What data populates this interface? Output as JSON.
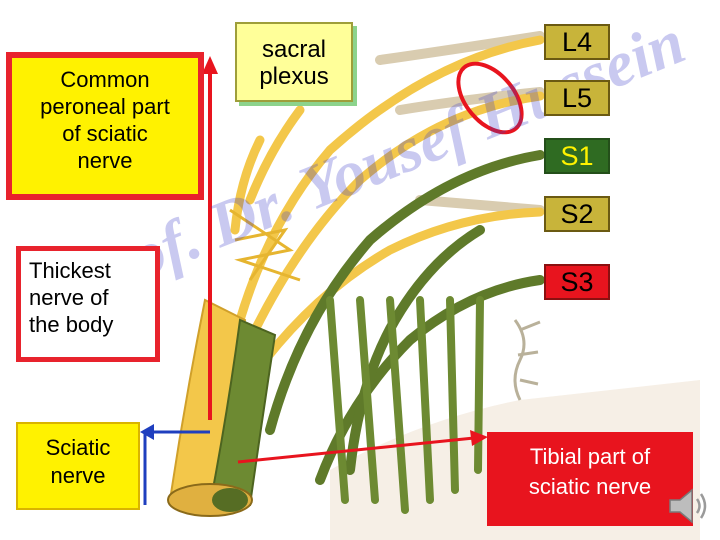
{
  "labels": {
    "common_peroneal": "Common\nperoneal part\nof sciatic\nnerve",
    "thickest": "Thickest\nnerve of\nthe body",
    "sacral_plexus": "sacral\nplexus",
    "sciatic": "Sciatic\nnerve",
    "tibial": "Tibial part of\nsciatic nerve"
  },
  "roots": {
    "l4": "L4",
    "l5": "L5",
    "s1": "S1",
    "s2": "S2",
    "s3": "S3"
  },
  "watermark": "Prof. Dr. Yousef Hussein",
  "icons": {
    "audio": "speaker-icon"
  },
  "colors": {
    "nerve_yellow": "#f3c74a",
    "nerve_green": "#5f7a2a",
    "arrow_red": "#e8141e",
    "arrow_blue": "#1f3fbf",
    "box_yellow": "#fff200"
  }
}
